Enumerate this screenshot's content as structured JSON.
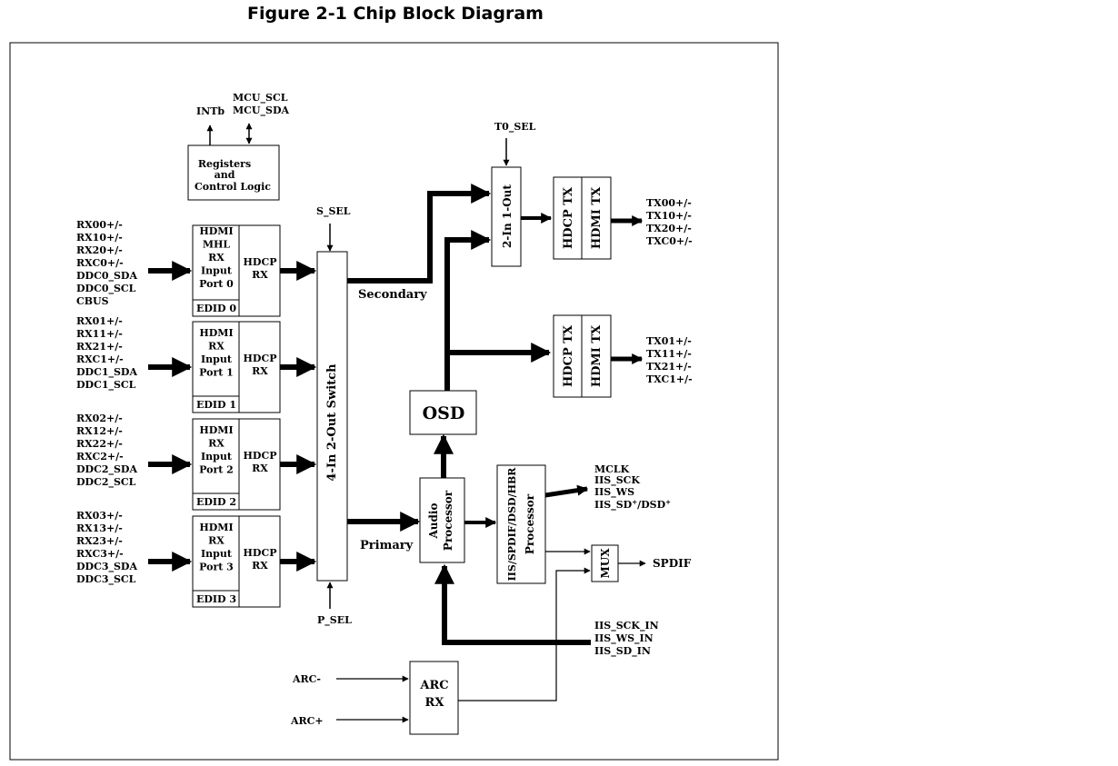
{
  "figure_title": "Figure 2-1  Chip Block Diagram",
  "registers_block": {
    "lines": [
      "Registers",
      "and",
      "Control Logic"
    ]
  },
  "mcu": {
    "intb": "INTb",
    "scl": "MCU_SCL",
    "sda": "MCU_SDA"
  },
  "rx_ports": [
    {
      "signals": [
        "RX00+/-",
        "RX10+/-",
        "RX20+/-",
        "RXC0+/-",
        "DDC0_SDA",
        "DDC0_SCL",
        "CBUS"
      ],
      "input_lines": [
        "HDMI",
        "MHL",
        "RX",
        "Input",
        "Port 0"
      ],
      "hdcp": [
        "HDCP",
        "RX"
      ],
      "edid": "EDID 0"
    },
    {
      "signals": [
        "RX01+/-",
        "RX11+/-",
        "RX21+/-",
        "RXC1+/-",
        "DDC1_SDA",
        "DDC1_SCL"
      ],
      "input_lines": [
        "HDMI",
        "RX",
        "Input",
        "Port 1"
      ],
      "hdcp": [
        "HDCP",
        "RX"
      ],
      "edid": "EDID 1"
    },
    {
      "signals": [
        "RX02+/-",
        "RX12+/-",
        "RX22+/-",
        "RXC2+/-",
        "DDC2_SDA",
        "DDC2_SCL"
      ],
      "input_lines": [
        "HDMI",
        "RX",
        "Input",
        "Port 2"
      ],
      "hdcp": [
        "HDCP",
        "RX"
      ],
      "edid": "EDID 2"
    },
    {
      "signals": [
        "RX03+/-",
        "RX13+/-",
        "RX23+/-",
        "RXC3+/-",
        "DDC3_SDA",
        "DDC3_SCL"
      ],
      "input_lines": [
        "HDMI",
        "RX",
        "Input",
        "Port 3"
      ],
      "hdcp": [
        "HDCP",
        "RX"
      ],
      "edid": "EDID 3"
    }
  ],
  "switch": {
    "label": "4-In 2-Out Switch",
    "s_sel": "S_SEL",
    "p_sel": "P_SEL",
    "secondary": "Secondary",
    "primary": "Primary"
  },
  "mux_2in1out": {
    "label": "2-In 1-Out",
    "t0_sel": "T0_SEL"
  },
  "tx_blocks": [
    {
      "hdcp": "HDCP TX",
      "hdmi": "HDMI TX",
      "signals": [
        "TX00+/-",
        "TX10+/-",
        "TX20+/-",
        "TXC0+/-"
      ]
    },
    {
      "hdcp": "HDCP TX",
      "hdmi": "HDMI TX",
      "signals": [
        "TX01+/-",
        "TX11+/-",
        "TX21+/-",
        "TXC1+/-"
      ]
    }
  ],
  "osd": "OSD",
  "audio_processor": [
    "Audio",
    "Processor"
  ],
  "iis_processor": [
    "IIS/SPDIF/DSD/HBR",
    "Processor"
  ],
  "audio_out": {
    "mclk": "MCLK",
    "iis_sck": "IIS_SCK",
    "iis_ws": "IIS_WS",
    "iis_sd": "IIS_SD",
    "dsd": "/DSD",
    "sup": "+"
  },
  "mux": "MUX",
  "spdif": "SPDIF",
  "iis_in": [
    "IIS_SCK_IN",
    "IIS_WS_IN",
    "IIS_SD_IN"
  ],
  "arc": {
    "block": [
      "ARC",
      "RX"
    ],
    "minus": "ARC-",
    "plus": "ARC+"
  }
}
